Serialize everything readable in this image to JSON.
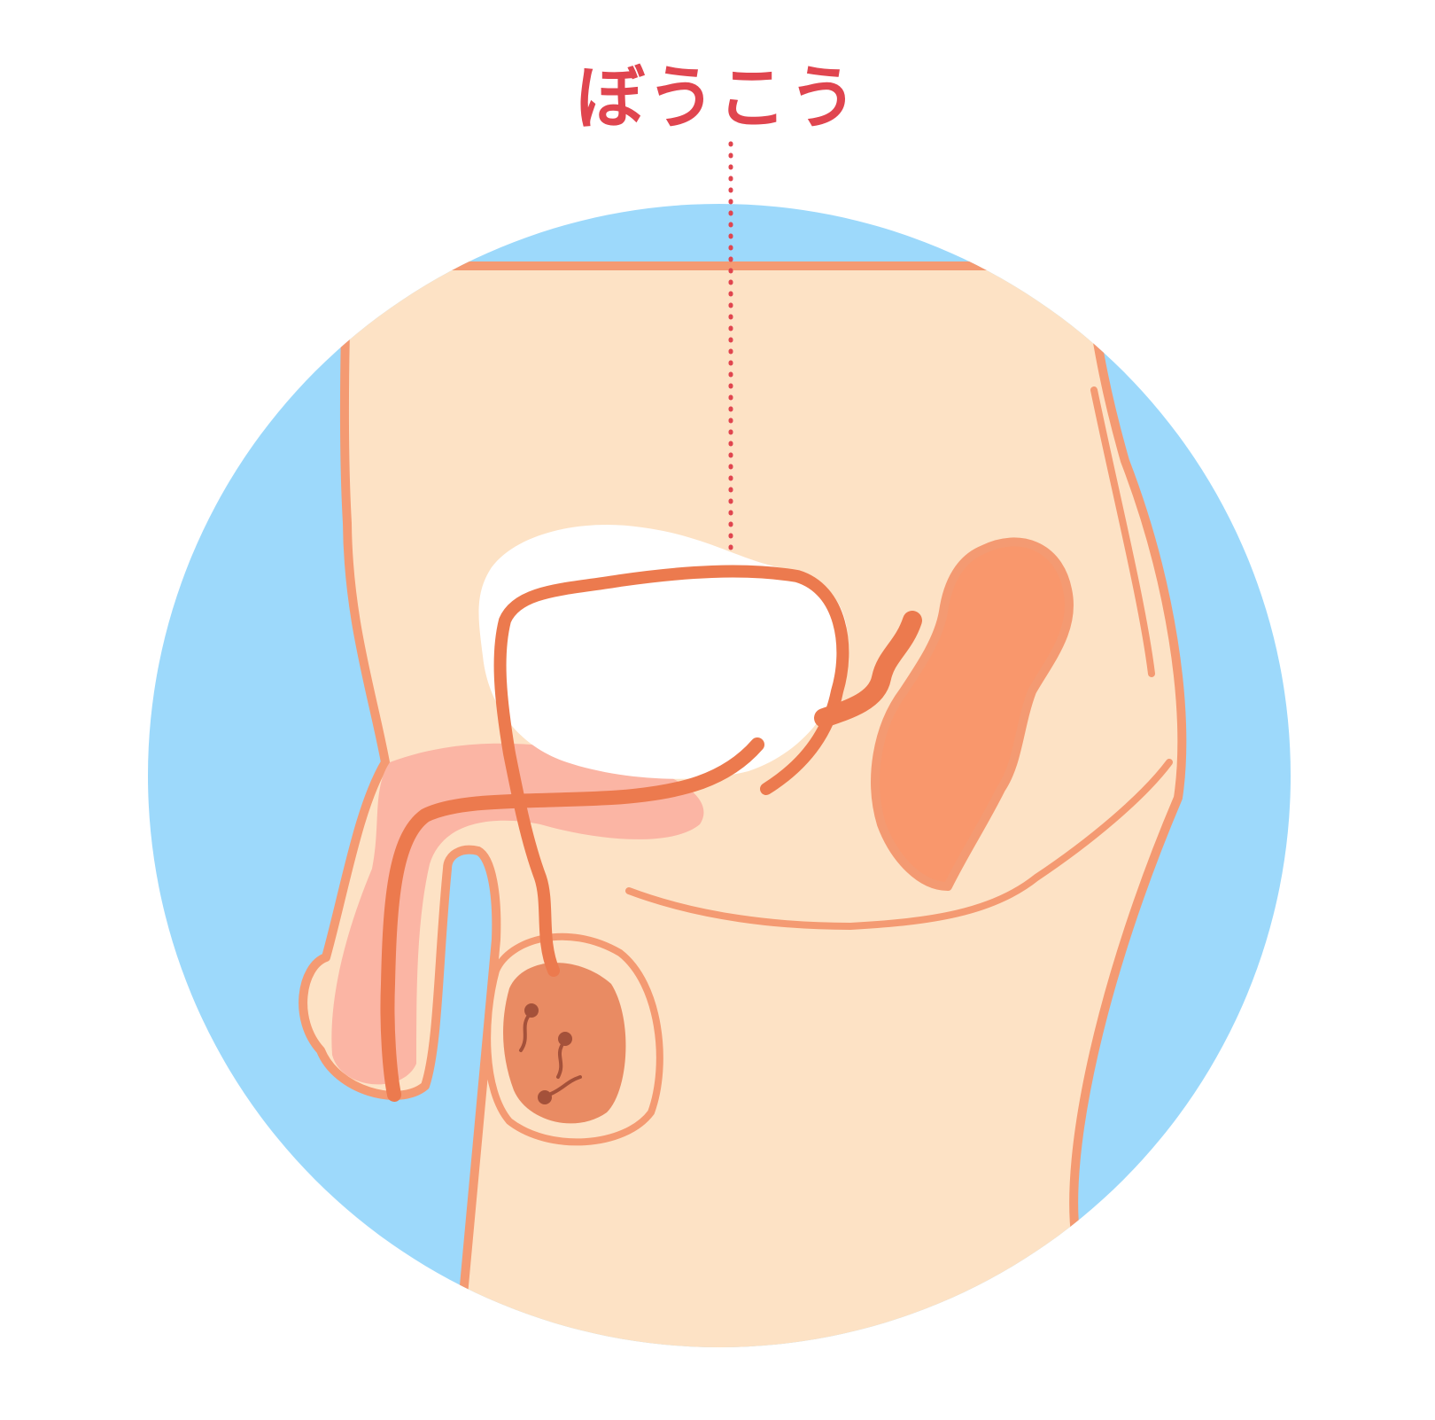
{
  "label": {
    "text": "ぼうこう"
  },
  "colors": {
    "background": "#ffffff",
    "circle": "#9dd9fb",
    "skin": "#fde2c5",
    "outline": "#f49a72",
    "duct": "#ec7a4e",
    "bladder": "#ffffff",
    "penis_tissue": "#fbb5a4",
    "rectum": "#f9976c",
    "testis": "#e98b63",
    "sperm": "#a4513a",
    "label": "#e0454f",
    "leader": "#e0454f"
  },
  "icons": [
    "bladder-organ",
    "vas-deferens-duct",
    "seminal-vesicle",
    "rectum",
    "testis",
    "sperm"
  ]
}
